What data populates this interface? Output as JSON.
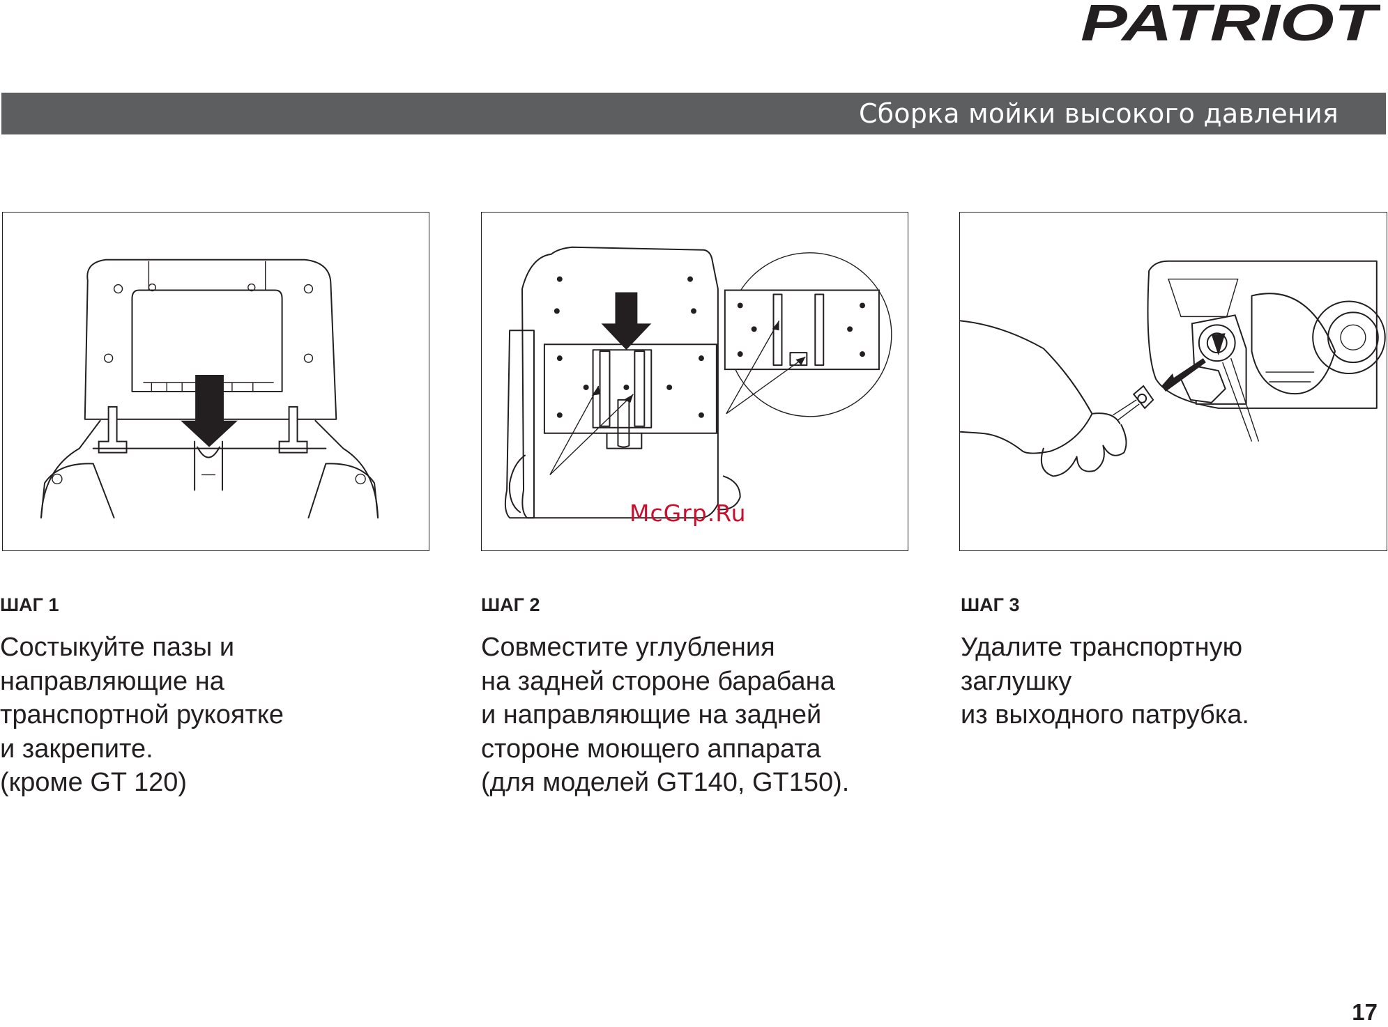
{
  "brand": {
    "logo_text": "PATRIOT"
  },
  "header": {
    "title": "Сборка мойки высокого давления"
  },
  "steps": [
    {
      "label": "ШАГ 1",
      "text": "Состыкуйте пазы и\nнаправляющие на\nтранспортной рукоятке\nи закрепите.\n(кроме GT 120)",
      "illustration": "handle-assembly"
    },
    {
      "label": "ШАГ 2",
      "text": "Совместите углубления\nна задней стороне барабана\nи направляющие на задней\nстороне моющего аппарата\n(для моделей GT140, GT150).",
      "illustration": "hose-reel-mount"
    },
    {
      "label": "ШАГ 3",
      "text": "Удалите транспортную\nзаглушку\nиз выходного патрубка.",
      "illustration": "outlet-plug-removal"
    }
  ],
  "watermark": "McGrp.Ru",
  "page_number": "17",
  "colors": {
    "header_bar": "#5d5e60",
    "header_text": "#ffffff",
    "ink": "#231f20",
    "watermark": "#c8102e"
  }
}
